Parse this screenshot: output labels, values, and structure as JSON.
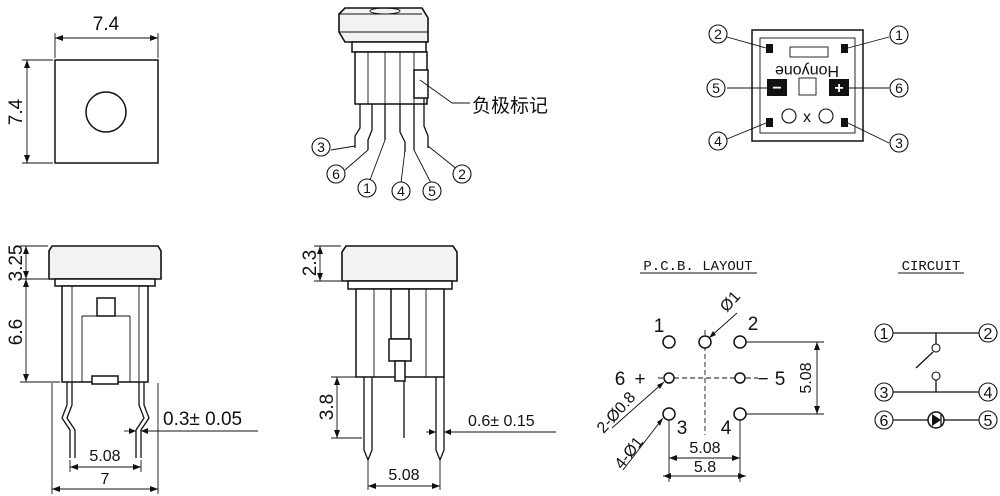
{
  "top_view": {
    "width": "7.4",
    "height": "7.4"
  },
  "perspective_view": {
    "negative_mark_label": "负极标记",
    "pins": [
      "3",
      "6",
      "1",
      "4",
      "5",
      "2"
    ]
  },
  "bottom_view": {
    "brand": "Honyone",
    "pins": [
      "2",
      "1",
      "5",
      "6",
      "4",
      "3"
    ],
    "minus": "−",
    "plus": "+",
    "x": "x"
  },
  "front_view": {
    "cap_height": "3.25",
    "body_height": "6.6",
    "lead_thickness": "0.3± 0.05",
    "pitch": "5.08",
    "width": "7"
  },
  "side_view": {
    "cap_height": "2.3",
    "lead_length": "3.8",
    "lead_width": "0.6± 0.15",
    "pitch": "5.08"
  },
  "pcb_layout": {
    "title": "P.C.B. LAYOUT",
    "pins": [
      "1",
      "2",
      "6",
      "5",
      "3",
      "4"
    ],
    "plus": "+",
    "minus": "−",
    "hole_large": "Ø1",
    "holes_small_label": "2-Ø0.8",
    "holes_large_label": "4-Ø1",
    "vert_pitch": "5.08",
    "horiz_pitch": "5.08",
    "horiz_outer": "5.8"
  },
  "circuit": {
    "title": "CIRCUIT",
    "pins": [
      "1",
      "2",
      "3",
      "4",
      "6",
      "5"
    ]
  }
}
